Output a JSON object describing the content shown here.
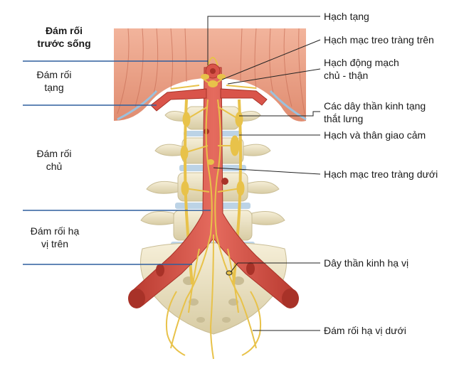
{
  "left_labels": {
    "heading_line1": "Đám rối",
    "heading_line2": "trước sống",
    "celiac_line1": "Đám rối",
    "celiac_line2": "tạng",
    "intermesenteric_line1": "Đám rối",
    "intermesenteric_line2": "chủ",
    "superior_hypogastric_line1": "Đám rối hạ",
    "superior_hypogastric_line2": "vị trên"
  },
  "right_labels": {
    "celiac_ganglion": "Hạch tạng",
    "superior_mesenteric_ganglion": "Hạch mạc treo tràng trên",
    "aorticorenal_line1": "Hạch động mạch",
    "aorticorenal_line2": "chủ - thận",
    "lumbar_splanchnic_line1": "Các dây thần kinh tạng",
    "lumbar_splanchnic_line2": "thắt lưng",
    "sympathetic_trunk": "Hạch và thân giao cảm",
    "inferior_mesenteric_ganglion": "Hạch mạc treo tràng dưới",
    "hypogastric_nerve": "Dây thần kinh hạ vị",
    "inferior_hypogastric_plexus": "Đám rối hạ vị dưới"
  },
  "colors": {
    "muscle": "#e79a7f",
    "muscle_stripe": "#c96f57",
    "artery": "#d9544a",
    "artery_dark": "#a83228",
    "bone": "#eee4c4",
    "bone_shadow": "#c9bd95",
    "disc": "#bcd3e6",
    "nerve": "#e8c24a",
    "leader_left": "#2f5f9e",
    "leader_right": "#222222"
  }
}
